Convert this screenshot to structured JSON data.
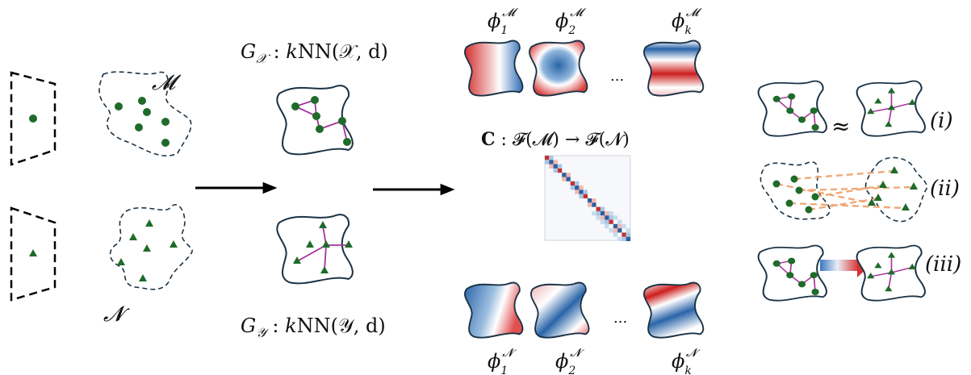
{
  "labels": {
    "manifold_m": "𝓜",
    "manifold_n": "𝓝",
    "graph_x": {
      "g": "G",
      "sub": "𝒳",
      "rest": " : ",
      "k": "k",
      "nn": "NN(𝒳, d)"
    },
    "graph_y": {
      "g": "G",
      "sub": "𝒴",
      "rest": " : ",
      "k": "k",
      "nn": "NN(𝒴, d)"
    },
    "phi_m": [
      {
        "base": "ϕ",
        "sub": "1",
        "sup": "𝓜"
      },
      {
        "base": "ϕ",
        "sub": "2",
        "sup": "𝓜"
      },
      {
        "base": "ϕ",
        "sub": "k",
        "sup": "𝓜"
      }
    ],
    "phi_n": [
      {
        "base": "ϕ",
        "sub": "1",
        "sup": "𝓝"
      },
      {
        "base": "ϕ",
        "sub": "2",
        "sup": "𝓝"
      },
      {
        "base": "ϕ",
        "sub": "k",
        "sup": "𝓝"
      }
    ],
    "ellipsis": "...",
    "map_c": {
      "c": "C",
      "rest": " : 𝓕(𝓜) → 𝓕(𝓝)"
    },
    "approx": "≈",
    "roman_i": "(i)",
    "roman_ii": "(ii)",
    "roman_iii": "(iii)"
  },
  "colors": {
    "node": "#1e6b2a",
    "edge": "#a8329a",
    "outline": "#1b3346",
    "dashed_link": "#f0a878",
    "blue": "#2b6cb0",
    "red": "#d02a2a",
    "arrow": "#000000"
  },
  "icons": [
    "arrow-right-icon",
    "gradient-arrow-icon"
  ]
}
